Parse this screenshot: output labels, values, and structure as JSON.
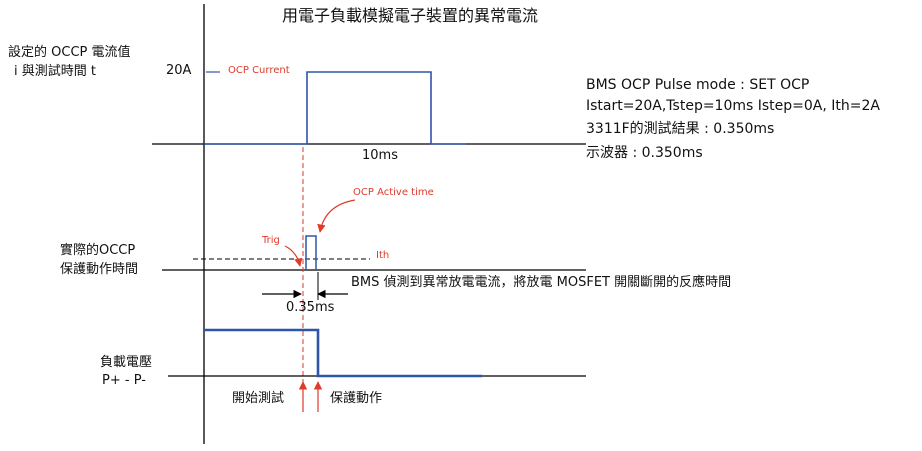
{
  "title": "用電子負載模擬電子裝置的異常電流",
  "labels": {
    "occp_setting_line1": "設定的 OCCP 電流值",
    "occp_setting_line2": "i  與測試時間 t",
    "current_value": "20A",
    "ocp_current": "OCP Current",
    "duration": "10ms",
    "actual_occp_line1": "實際的OCCP",
    "actual_occp_line2": "保護動作時間",
    "ocp_active_time": "OCP Active time",
    "trig": "Trig",
    "ith": "Ith",
    "bms_detect": "BMS 偵測到異常放電電流，將放電 MOSFET 開關斷開的反應時間",
    "response_time": "0.35ms",
    "load_voltage_line1": "負載電壓",
    "load_voltage_line2": "P+ - P-",
    "start_test": "開始測試",
    "protection_action": "保護動作"
  },
  "info": {
    "line1": "BMS OCP Pulse mode : SET OCP",
    "line2": "Istart=20A,Tstep=10ms  Istep=0A, Ith=2A",
    "line3": "3311F的測試結果 : 0.350ms",
    "line4": "示波器 : 0.350ms"
  },
  "colors": {
    "axis": "#000000",
    "waveform": "#2f55a8",
    "annotation": "#e03a2a"
  }
}
